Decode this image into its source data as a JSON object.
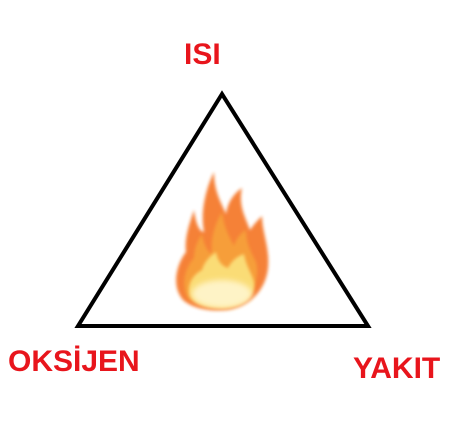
{
  "labels": {
    "top": "ISI",
    "bottom_left": "OKSİJEN",
    "bottom_right": "YAKIT"
  },
  "colors": {
    "label": "#e8151c",
    "triangle_stroke": "#000000",
    "flame_outer": "#f4701e",
    "flame_mid": "#f7a23a",
    "flame_inner": "#fbe07a",
    "flame_core": "#fff6cf"
  },
  "icons": {
    "center": "fire-icon"
  }
}
